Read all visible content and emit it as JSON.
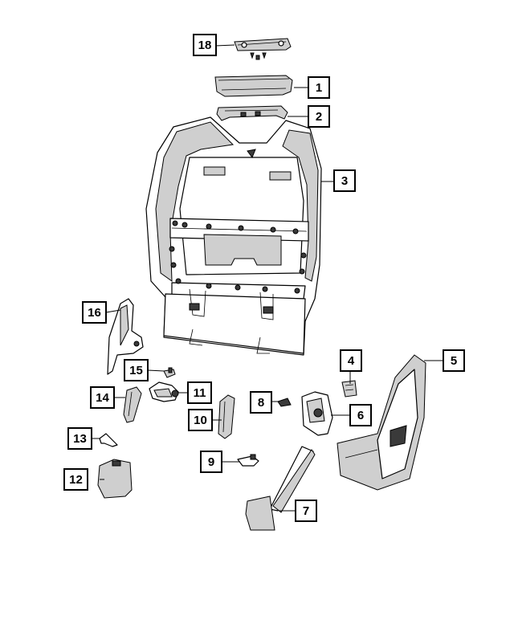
{
  "callouts": [
    {
      "id": "c18",
      "label": "18"
    },
    {
      "id": "c1",
      "label": "1"
    },
    {
      "id": "c2",
      "label": "2"
    },
    {
      "id": "c3",
      "label": "3"
    },
    {
      "id": "c4",
      "label": "4"
    },
    {
      "id": "c5",
      "label": "5"
    },
    {
      "id": "c6",
      "label": "6"
    },
    {
      "id": "c7",
      "label": "7"
    },
    {
      "id": "c8",
      "label": "8"
    },
    {
      "id": "c9",
      "label": "9"
    },
    {
      "id": "c10",
      "label": "10"
    },
    {
      "id": "c11",
      "label": "11"
    },
    {
      "id": "c12",
      "label": "12"
    },
    {
      "id": "c13",
      "label": "13"
    },
    {
      "id": "c14",
      "label": "14"
    },
    {
      "id": "c15",
      "label": "15"
    },
    {
      "id": "c16",
      "label": "16"
    }
  ]
}
